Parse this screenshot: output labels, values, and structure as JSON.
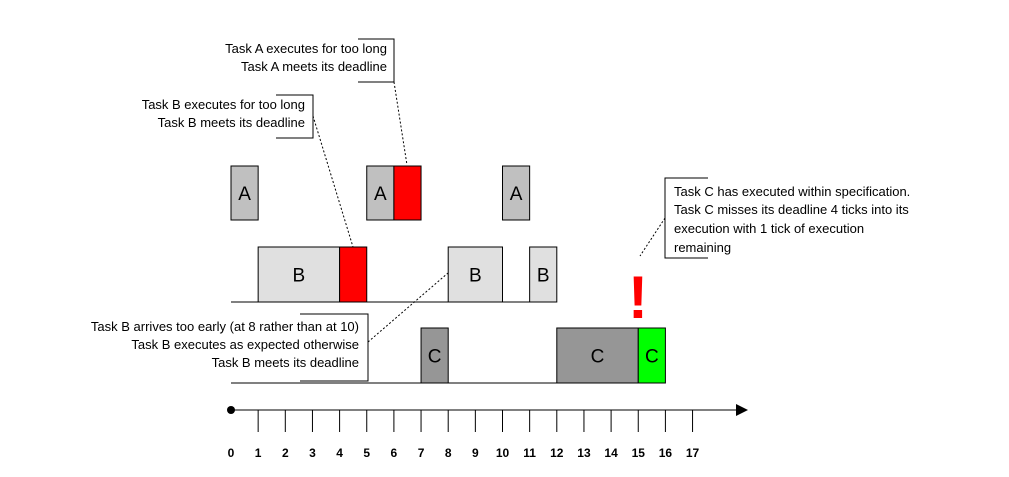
{
  "colors": {
    "task_a": "#c0c0c0",
    "task_b": "#e0e0e0",
    "task_c": "#969696",
    "overrun": "#ff0000",
    "ok_remaining": "#00ff00",
    "alert": "#ff0000"
  },
  "blocks": [
    {
      "id": "a1",
      "row": "A",
      "label": "A",
      "start": 0,
      "end": 1,
      "color": "task_a"
    },
    {
      "id": "a2",
      "row": "A",
      "label": "A",
      "start": 5,
      "end": 6,
      "color": "task_a"
    },
    {
      "id": "a2-overrun",
      "row": "A",
      "label": "",
      "start": 6,
      "end": 7,
      "color": "overrun"
    },
    {
      "id": "a3",
      "row": "A",
      "label": "A",
      "start": 10,
      "end": 11,
      "color": "task_a"
    },
    {
      "id": "b1",
      "row": "B",
      "label": "B",
      "start": 1,
      "end": 4,
      "color": "task_b"
    },
    {
      "id": "b1-overrun",
      "row": "B",
      "label": "",
      "start": 4,
      "end": 5,
      "color": "overrun"
    },
    {
      "id": "b2",
      "row": "B",
      "label": "B",
      "start": 8,
      "end": 10,
      "color": "task_b"
    },
    {
      "id": "b3",
      "row": "B",
      "label": "B",
      "start": 11,
      "end": 12,
      "color": "task_b"
    },
    {
      "id": "c1",
      "row": "C",
      "label": "C",
      "start": 7,
      "end": 8,
      "color": "task_c"
    },
    {
      "id": "c2",
      "row": "C",
      "label": "C",
      "start": 12,
      "end": 15,
      "color": "task_c"
    },
    {
      "id": "c2-remaining",
      "row": "C",
      "label": "C",
      "start": 15,
      "end": 16,
      "color": "ok_remaining"
    }
  ],
  "timeline": {
    "ticks": [
      "0",
      "1",
      "2",
      "3",
      "4",
      "5",
      "6",
      "7",
      "8",
      "9",
      "10",
      "11",
      "12",
      "13",
      "14",
      "15",
      "16",
      "17"
    ]
  },
  "annotations": {
    "task_a": [
      "Task A executes for too long",
      "Task A meets its deadline"
    ],
    "task_b_overrun": [
      "Task B executes for too long",
      "Task B meets its deadline"
    ],
    "task_b_early": [
      "Task B arrives too early (at 8 rather than at 10)",
      "Task B executes as expected otherwise",
      "Task B meets its deadline"
    ],
    "task_c": [
      "Task C has executed within specification.",
      "Task C misses its deadline 4 ticks into its",
      "execution with 1 tick of execution",
      "remaining"
    ]
  },
  "alert_mark": "!"
}
